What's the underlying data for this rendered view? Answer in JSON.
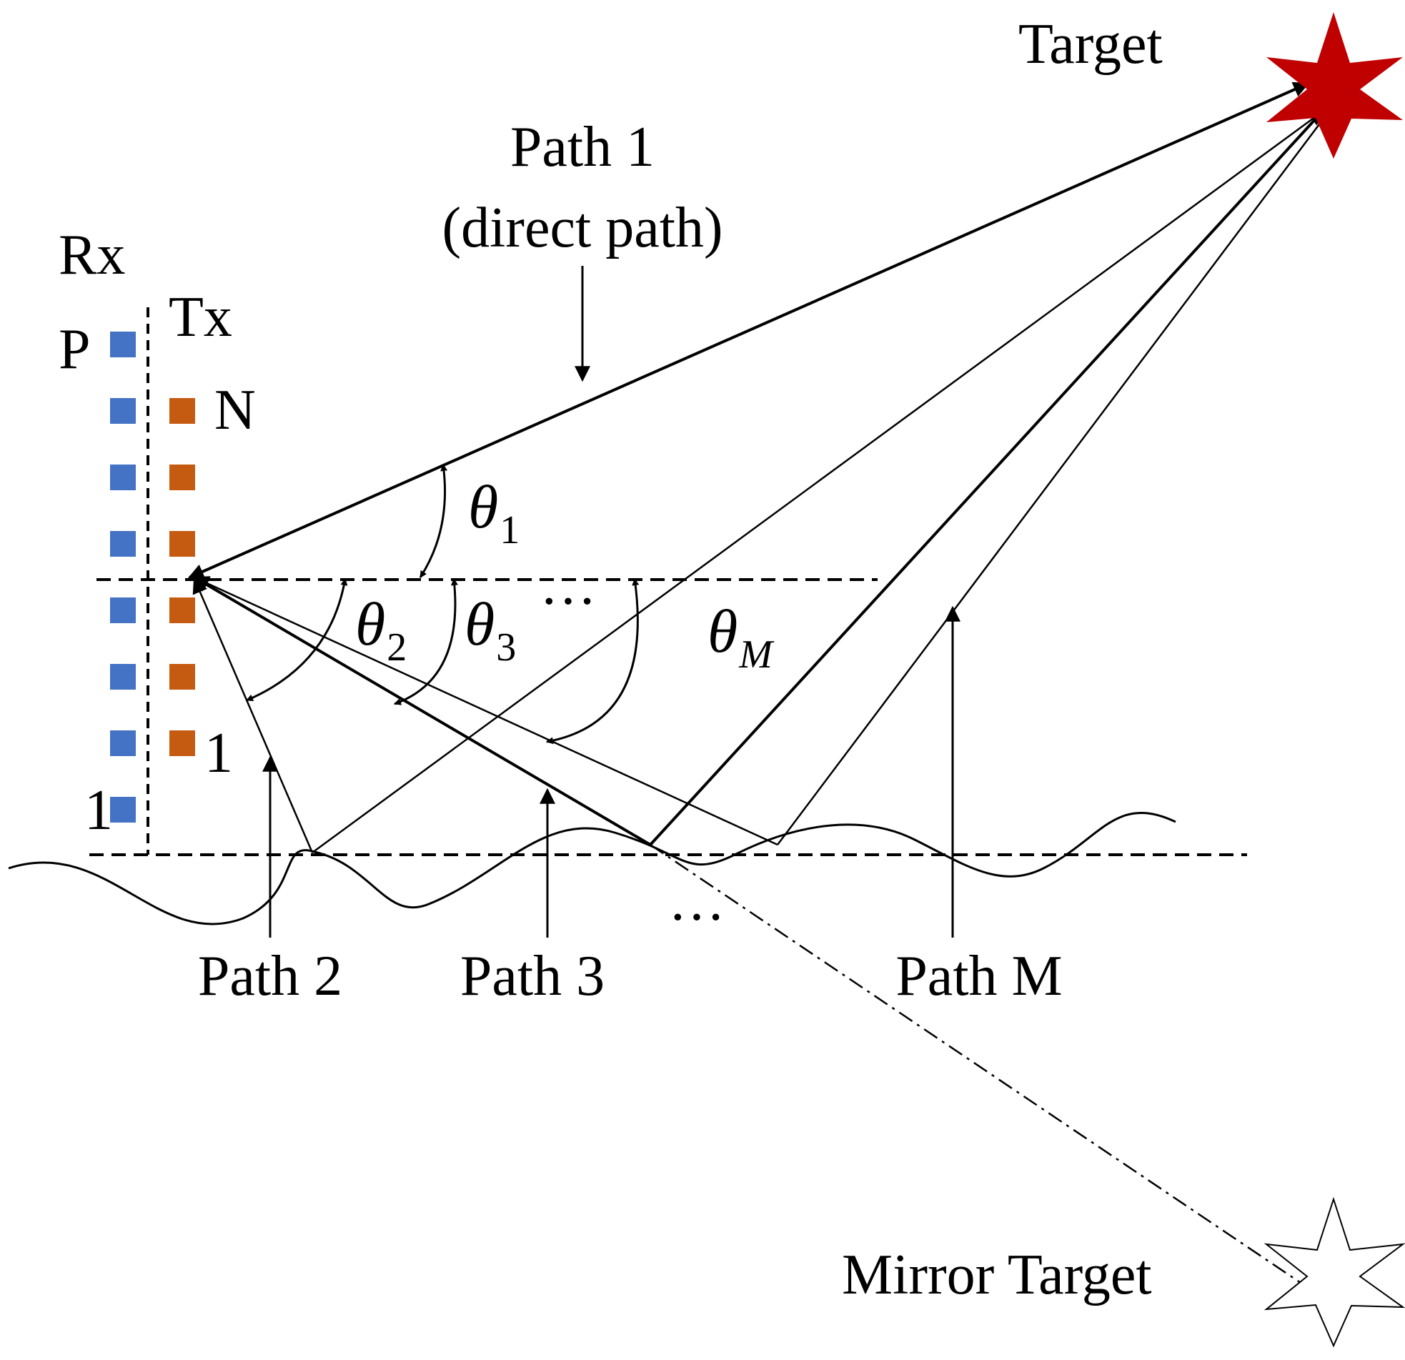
{
  "labels": {
    "target": "Target",
    "mirror_target": "Mirror Target",
    "path1_line1": "Path 1",
    "path1_line2": "(direct path)",
    "rx": "Rx",
    "tx": "Tx",
    "rx_top_index": "P",
    "rx_bottom_index": "1",
    "tx_top_index": "N",
    "tx_bottom_index": "1",
    "path2": "Path 2",
    "path3": "Path 3",
    "pathM": "Path M",
    "ellipsis_angles": "···",
    "ellipsis_paths": "···"
  },
  "angles": [
    {
      "symbol": "θ",
      "sub": "1"
    },
    {
      "symbol": "θ",
      "sub": "2"
    },
    {
      "symbol": "θ",
      "sub": "3"
    },
    {
      "symbol": "θ",
      "sub": "M"
    }
  ],
  "colors": {
    "rx_element": "#4472C4",
    "tx_element": "#C55A11",
    "target_fill": "#C00000",
    "mirror_fill": "#FFFFFF",
    "line": "#000000"
  },
  "icons": {
    "target": "star-icon",
    "mirror_target": "star-outline-icon"
  }
}
